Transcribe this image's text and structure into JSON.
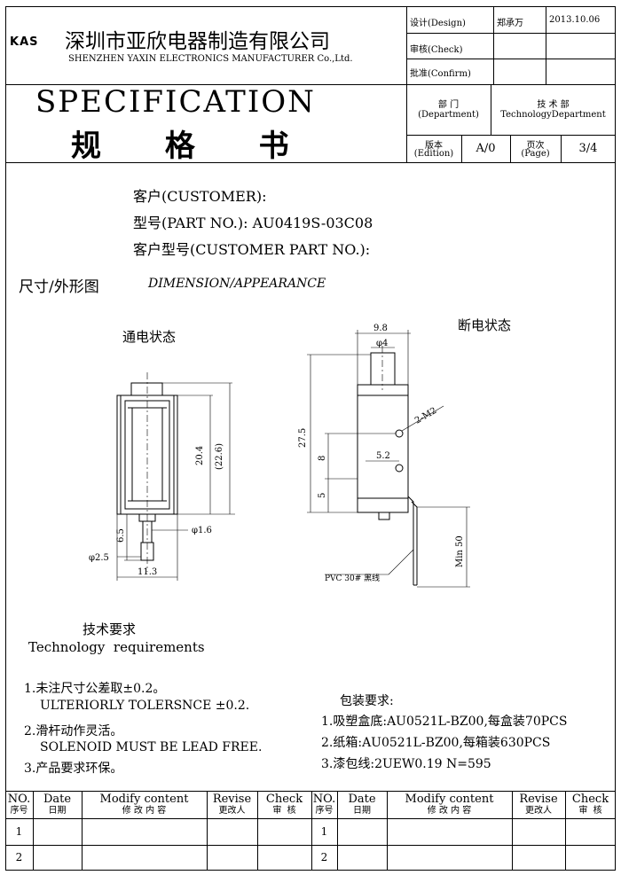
{
  "header": {
    "logo": "KAS",
    "company_cn": "深圳市亚欣电器制造有限公司",
    "company_en": "SHENZHEN YAXIN ELECTRONICS MANUFACTURER Co.,Ltd.",
    "design_label": "设计(Design)",
    "design_name": "郑承万",
    "design_date": "2013.10.06",
    "check_label": "审核(Check)",
    "confirm_label": "批准(Confirm)",
    "spec_title": "SPECIFICATION",
    "spec_cn": "规 格 书",
    "dept_label_cn": "部  门",
    "dept_label_en": "(Department)",
    "dept_value_cn": "技 术 部",
    "dept_value_en": "TechnologyDepartment",
    "edition_cn": "版本",
    "edition_en": "(Edition)",
    "edition_value": "A/0",
    "page_cn": "页次",
    "page_en": "(Page)",
    "page_value": "3/4"
  },
  "customer": {
    "customer_line": "客户(CUSTOMER):",
    "part_line": "型号(PART NO.): AU0419S-03C08",
    "customer_part_line": "客户型号(CUSTOMER PART NO.):"
  },
  "section": {
    "title_cn": "尺寸/外形图",
    "title_en": "DIMENSION/APPEARANCE"
  },
  "drawing": {
    "left_label": "通电状态",
    "right_label": "断电状态",
    "dim_20_4": "20.4",
    "dim_22_6": "(22.6)",
    "dim_6_5": "6.5",
    "dim_phi1_6": "φ1.6",
    "dim_phi2_5": "φ2.5",
    "dim_11_3": "11.3",
    "dim_9_8": "9.8",
    "dim_phi4": "φ4",
    "dim_2_m2": "2-M2",
    "dim_27_5": "27.5",
    "dim_8": "8",
    "dim_5_2": "5.2",
    "dim_5": "5",
    "dim_min50": "Min 50",
    "pvc_label": "PVC 30# 黑线"
  },
  "requirements": {
    "title_cn": "技术要求",
    "title_en": "Technology  requirements",
    "item1_cn": "1.未注尺寸公差取±0.2。",
    "item1_en": "ULTERIORLY TOLERSNCE ±0.2.",
    "item2_cn": "2.滑杆动作灵活。",
    "item2_en": "SOLENOID MUST BE LEAD FREE.",
    "item3_cn": "3.产品要求环保。"
  },
  "packaging": {
    "title": "包装要求:",
    "item1": "1.吸塑盒底:AU0521L-BZ00,每盒装70PCS",
    "item2": "2.纸箱:AU0521L-BZ00,每箱装630PCS",
    "item3": "3.漆包线:2UEW0.19  N=595"
  },
  "revision_table": {
    "headers_en": [
      "NO.",
      "Date",
      "Modify content",
      "Revise",
      "Check",
      "NO.",
      "Date",
      "Modify content",
      "Revise",
      "Check"
    ],
    "headers_cn": [
      "序号",
      "日期",
      "修 改 内 容",
      "更改人",
      "审  核",
      "序号",
      "日期",
      "修 改 内 容",
      "更改人",
      "审  核"
    ],
    "rows": [
      {
        "left_no": "1",
        "right_no": "1"
      },
      {
        "left_no": "2",
        "right_no": "2"
      }
    ]
  }
}
